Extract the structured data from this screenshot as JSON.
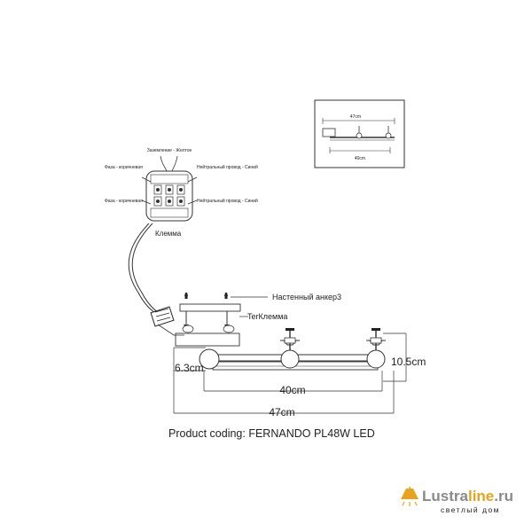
{
  "inset": {
    "dim_top": "47cm",
    "dim_bottom": "40cm"
  },
  "wiring": {
    "ground_label": "Заземление - Желтое",
    "phase_label_1": "Фаза - коричневая",
    "phase_label_2": "Фаза - коричневая",
    "neutral_label_1": "Нейтральный провод - Синий",
    "neutral_label_2": "Нейтральный провод - Синий",
    "terminal_label": "Клемма"
  },
  "mount": {
    "anchor_label": "Настенный анкер3",
    "terminal_label": "TerКлемма"
  },
  "dimensions": {
    "height_left": "6.3cm",
    "height_right": "10.5cm",
    "width_inner": "40cm",
    "width_outer": "47cm"
  },
  "caption": "Product coding: FERNANDO PL48W LED",
  "brand": {
    "name_part1": "Lustra",
    "name_part2": "line",
    "name_part3": ".ru",
    "tagline": "светлый дом",
    "colors": {
      "primary": "#8a8a8a",
      "accent": "#e8a21e"
    }
  }
}
